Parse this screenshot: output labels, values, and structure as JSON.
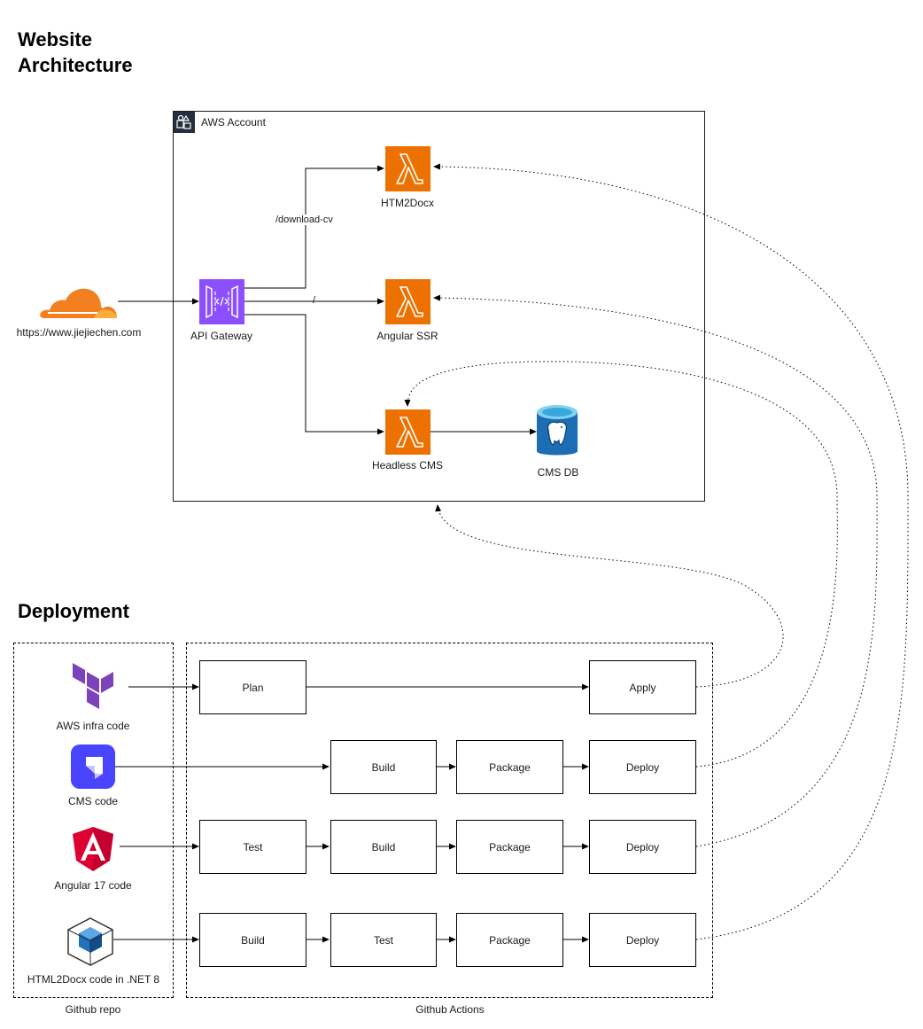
{
  "headings": {
    "architecture": "Website\nArchitecture",
    "deployment": "Deployment"
  },
  "aws_account": {
    "label": "AWS Account"
  },
  "nodes": {
    "cloudflare": "https://www.jiejiechen.com",
    "api_gateway": "API Gateway",
    "htm2docx": "HTM2Docx",
    "angular_ssr": "Angular SSR",
    "headless_cms": "Headless CMS",
    "cms_db": "CMS DB"
  },
  "edge_labels": {
    "download_cv": "/download-cv",
    "root": "/"
  },
  "repo": {
    "group_label": "Github repo",
    "items": [
      {
        "label": "AWS infra code",
        "icon": "terraform-icon"
      },
      {
        "label": "CMS code",
        "icon": "strapi-icon"
      },
      {
        "label": "Angular 17 code",
        "icon": "angular-icon"
      },
      {
        "label": "HTML2Docx code in .NET 8",
        "icon": "dotnet-package-icon"
      }
    ]
  },
  "actions": {
    "group_label": "Github Actions",
    "pipelines": [
      {
        "steps": [
          "Plan",
          "Apply"
        ]
      },
      {
        "steps": [
          "Build",
          "Package",
          "Deploy"
        ]
      },
      {
        "steps": [
          "Test",
          "Build",
          "Package",
          "Deploy"
        ]
      },
      {
        "steps": [
          "Build",
          "Test",
          "Package",
          "Deploy"
        ]
      }
    ]
  },
  "colors": {
    "lambda": "#ED7100",
    "api_gateway": "#8C4FFF",
    "cloudflare": "#F38020",
    "terraform": "#7B42BC",
    "strapi": "#4945FF",
    "angular": "#DD0031",
    "db": "#1D6DB5"
  }
}
